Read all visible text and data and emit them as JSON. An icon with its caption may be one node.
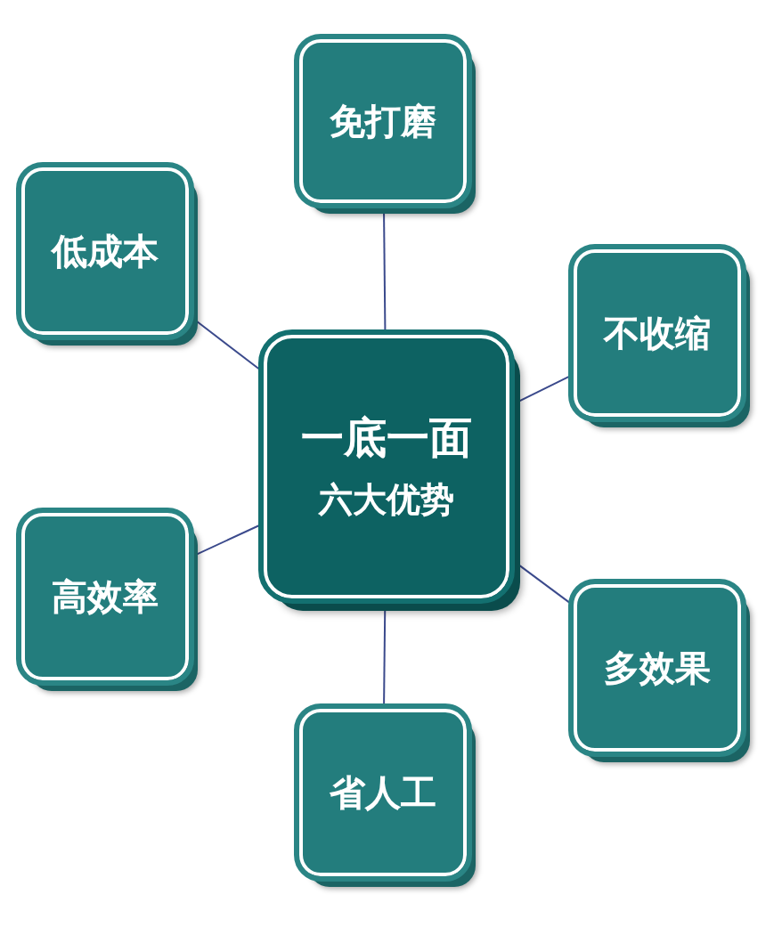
{
  "diagram": {
    "nodes": [
      {
        "text": [
          "一底一面",
          "六大优势"
        ]
      },
      {
        "text": [
          "免打磨"
        ]
      },
      {
        "text": [
          "低成本"
        ]
      },
      {
        "text": [
          "不收缩"
        ]
      },
      {
        "text": [
          "高效率"
        ]
      },
      {
        "text": [
          "多效果"
        ]
      },
      {
        "text": [
          "省人工"
        ]
      }
    ],
    "edges": [
      {
        "from": 0,
        "to": 1,
        "arrow": "none"
      },
      {
        "from": 0,
        "to": 2,
        "arrow": "none"
      },
      {
        "from": 0,
        "to": 3,
        "arrow": "none"
      },
      {
        "from": 0,
        "to": 4,
        "arrow": "none"
      },
      {
        "from": 0,
        "to": 5,
        "arrow": "none"
      },
      {
        "from": 0,
        "to": 6,
        "arrow": "none"
      }
    ]
  }
}
